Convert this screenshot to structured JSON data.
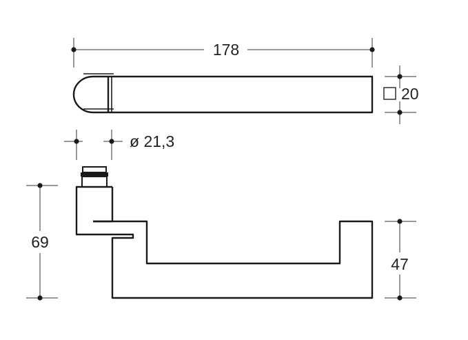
{
  "dimensions": {
    "length": "178",
    "square": "20",
    "diameter": "ø 21,3",
    "height_left": "69",
    "height_right": "47"
  },
  "colors": {
    "stroke": "#1a1a1a",
    "background": "#ffffff"
  }
}
